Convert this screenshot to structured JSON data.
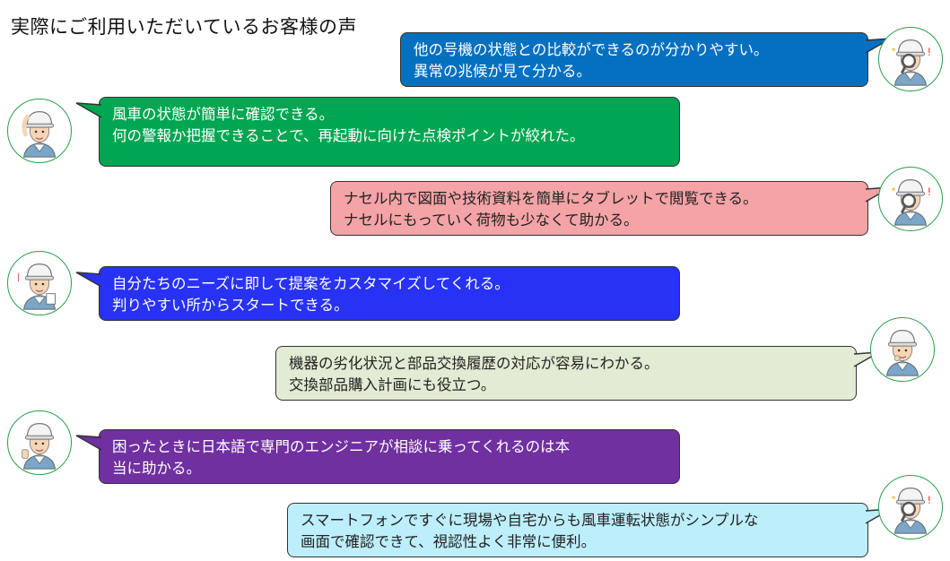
{
  "page": {
    "title": "実際にご利用いただいているお客様の声"
  },
  "colors": {
    "avatar_border": "#2aa04a",
    "bubble_border": "#333333"
  },
  "testimonials": [
    {
      "id": "t1",
      "color": "#0670c0",
      "text_color": "#ffffff",
      "side": "right",
      "avatar_icon": "magnifier-worker-icon",
      "lines": [
        "他の号機の状態との比較ができるのが分かりやすい。",
        "異常の兆候が見て分かる。"
      ]
    },
    {
      "id": "t2",
      "color": "#00a651",
      "text_color": "#ffffff",
      "side": "left",
      "avatar_icon": "saluting-worker-icon",
      "lines": [
        "風車の状態が簡単に確認できる。",
        "何の警報か把握できることで、再起動に向けた点検ポイントが絞れた。"
      ]
    },
    {
      "id": "t3",
      "color": "#f4a3a6",
      "text_color": "#222222",
      "side": "right",
      "avatar_icon": "magnifier-worker-icon",
      "lines": [
        "ナセル内で図面や技術資料を簡単にタブレットで閲覧できる。",
        "ナセルにもっていく荷物も少なくて助かる。"
      ]
    },
    {
      "id": "t4",
      "color": "#2832f5",
      "text_color": "#ffffff",
      "side": "left",
      "avatar_icon": "idea-worker-icon",
      "lines": [
        "自分たちのニーズに即して提案をカスタマイズしてくれる。",
        "判りやすい所からスタートできる。"
      ]
    },
    {
      "id": "t5",
      "color": "#e2ebd3",
      "text_color": "#222222",
      "side": "right",
      "avatar_icon": "thinking-worker-icon",
      "lines": [
        "機器の劣化状況と部品交換履歴の対応が容易にわかる。",
        "交換部品購入計画にも役立つ。"
      ]
    },
    {
      "id": "t6",
      "color": "#7030a0",
      "text_color": "#ffffff",
      "side": "left",
      "avatar_icon": "thumbs-up-worker-icon",
      "lines": [
        "困ったときに日本語で専門のエンジニアが相談に乗ってくれるのは本",
        "当に助かる。"
      ]
    },
    {
      "id": "t7",
      "color": "#bdeefb",
      "text_color": "#222222",
      "side": "right",
      "avatar_icon": "magnifier-worker-icon",
      "lines": [
        "スマートフォンですぐに現場や自宅からも風車運転状態がシンプルな",
        "画面で確認できて、視認性よく非常に便利。"
      ]
    }
  ]
}
